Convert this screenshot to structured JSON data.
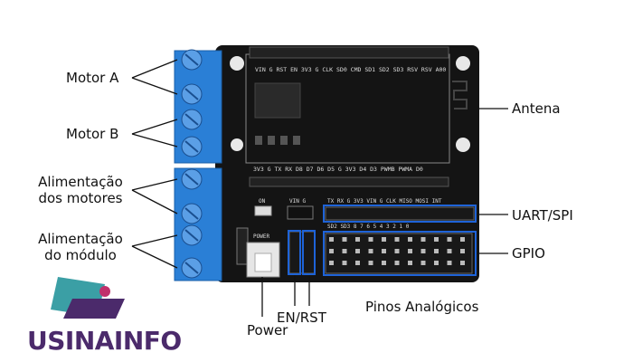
{
  "labels": {
    "motor_a": "Motor A",
    "motor_b": "Motor B",
    "alim_motores": [
      "Alimentação",
      "dos motores"
    ],
    "alim_modulo": [
      "Alimentação",
      "do módulo"
    ],
    "antena": "Antena",
    "uart_spi": "UART/SPI",
    "gpio": "GPIO",
    "pinos_analogicos": "Pinos Analógicos",
    "en_rst": "EN/RST",
    "power": "Power"
  },
  "board_silk": {
    "top_row": "VIN  G  RST  EN  3V3  G  CLK  SD0  CMD  SD1  SD2  SD3  RSV  RSV  A00",
    "mid_row": "3V3  G  TX  RX  D8  D7  D6  D5  G  3V3  D4  D3 PWMB PWMA  D0",
    "right_row": "TX  RX  G  3V3  VIN  G     CLK MISO MOSI INT",
    "right_nums": "SD2  SD3  8   7   6   5   4   3   2   1   0",
    "power_silk": "POWER",
    "vin_silk": "VIN  G",
    "on_silk": "ON"
  },
  "logo": {
    "text": "USINAINFO",
    "colors": {
      "purple": "#4b2a6b",
      "teal": "#3b9fa5",
      "pink": "#c0306b"
    }
  },
  "colors": {
    "terminal_blue": "#2a7fd6",
    "pcb_black": "#141414",
    "highlight_blue": "#1e63d8"
  }
}
